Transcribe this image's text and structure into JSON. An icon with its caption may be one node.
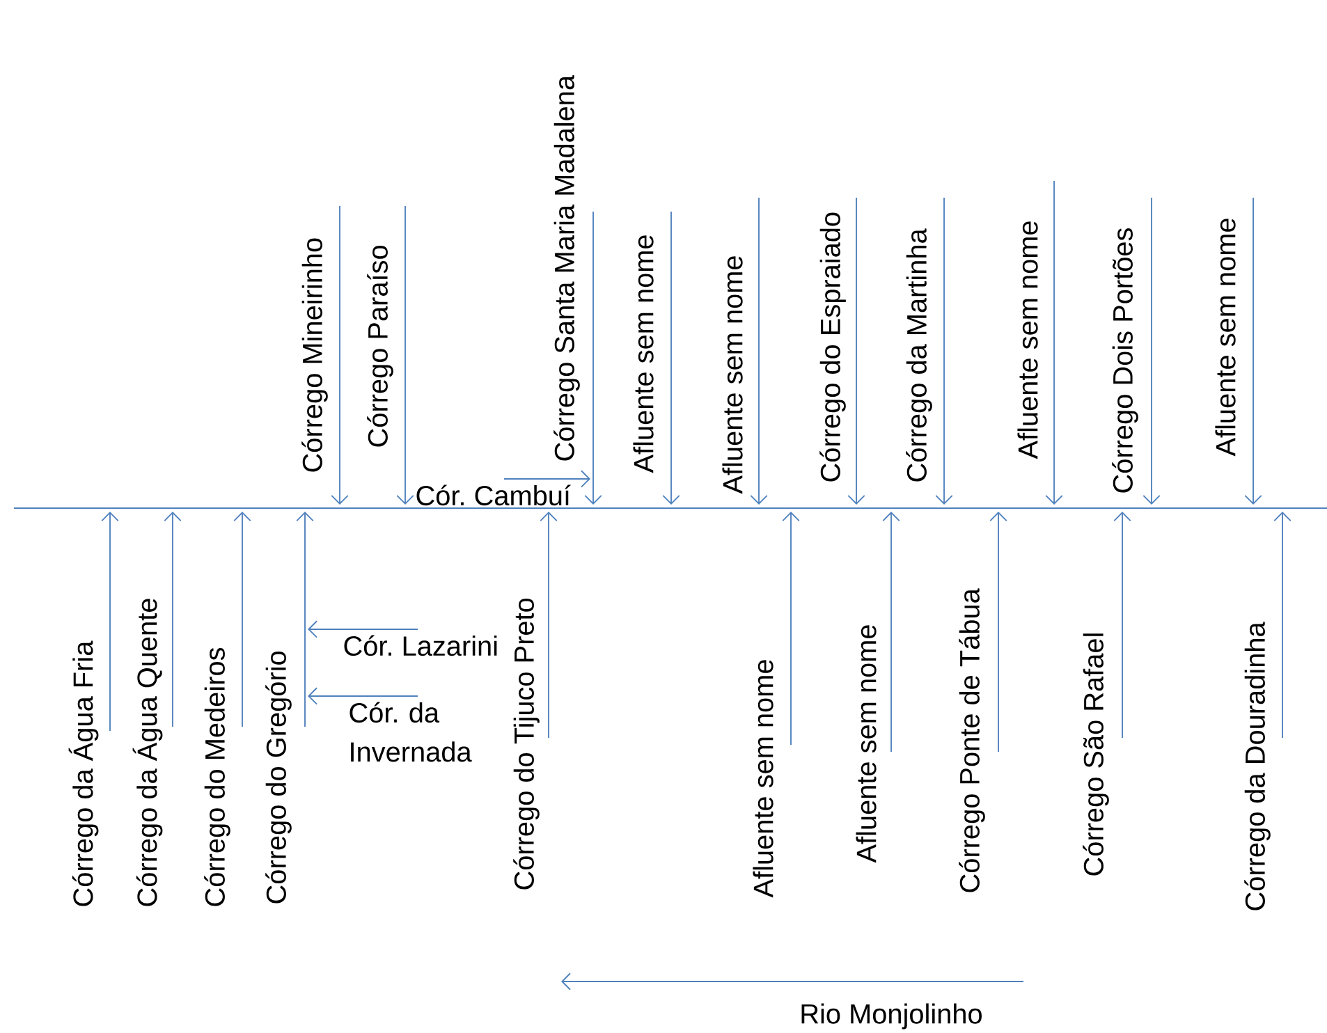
{
  "diagram": {
    "nodes": [
      {
        "text": [],
        "shape": "line"
      },
      {
        "text": [
          "Cór. Cambuí"
        ]
      },
      {
        "text": [
          "Cór. Lazarini"
        ]
      },
      {
        "text": [
          "Cór. da Invernada"
        ]
      }
    ],
    "edges": [
      {
        "from": null,
        "to": 0,
        "arrow": "to",
        "label": "Córrego Mineirinho"
      },
      {
        "from": null,
        "to": 0,
        "arrow": "to",
        "label": "Córrego  Paraíso"
      },
      {
        "from": null,
        "to": 0,
        "arrow": "to",
        "label": "Córrego Santa Maria Madalena"
      },
      {
        "from": null,
        "to": 0,
        "arrow": "to",
        "label": "Afluente sem nome"
      },
      {
        "from": null,
        "to": 0,
        "arrow": "to",
        "label": "Afluente sem nome"
      },
      {
        "from": null,
        "to": 0,
        "arrow": "to",
        "label": "Córrego do Espraiado"
      },
      {
        "from": null,
        "to": 0,
        "arrow": "to",
        "label": "Córrego da Martinha"
      },
      {
        "from": null,
        "to": 0,
        "arrow": "to",
        "label": "Afluente sem nome"
      },
      {
        "from": null,
        "to": 0,
        "arrow": "to",
        "label": "Córrego Dois Portões"
      },
      {
        "from": null,
        "to": 0,
        "arrow": "to",
        "label": "Afluente sem nome"
      },
      {
        "from": null,
        "to": 0,
        "arrow": "to",
        "label": "Córrego da Água Fria"
      },
      {
        "from": null,
        "to": 0,
        "arrow": "to",
        "label": "Córrego da Água Quente"
      },
      {
        "from": null,
        "to": 0,
        "arrow": "to",
        "label": "Córrego do Medeiros"
      },
      {
        "from": null,
        "to": 0,
        "arrow": "to",
        "label": "Córrego do Gregório"
      },
      {
        "from": null,
        "to": 0,
        "arrow": "to",
        "label": "Córrego do Tijuco Preto"
      },
      {
        "from": null,
        "to": 0,
        "arrow": "to",
        "label": "Afluente sem nome"
      },
      {
        "from": null,
        "to": 0,
        "arrow": "to",
        "label": "Afluente sem nome"
      },
      {
        "from": null,
        "to": 0,
        "arrow": "to",
        "label": "Córrego Ponte de Tábua"
      },
      {
        "from": null,
        "to": 0,
        "arrow": "to",
        "label": "Córrego São Rafael"
      },
      {
        "from": null,
        "to": 0,
        "arrow": "to",
        "label": "Córrego da Douradinha"
      },
      {
        "from": 1,
        "to": null,
        "arrow": "to"
      },
      {
        "from": 2,
        "to": null,
        "arrow": "to"
      },
      {
        "from": 3,
        "to": null,
        "arrow": "to"
      }
    ],
    "labels": [
      "Rio Monjolinho"
    ]
  }
}
